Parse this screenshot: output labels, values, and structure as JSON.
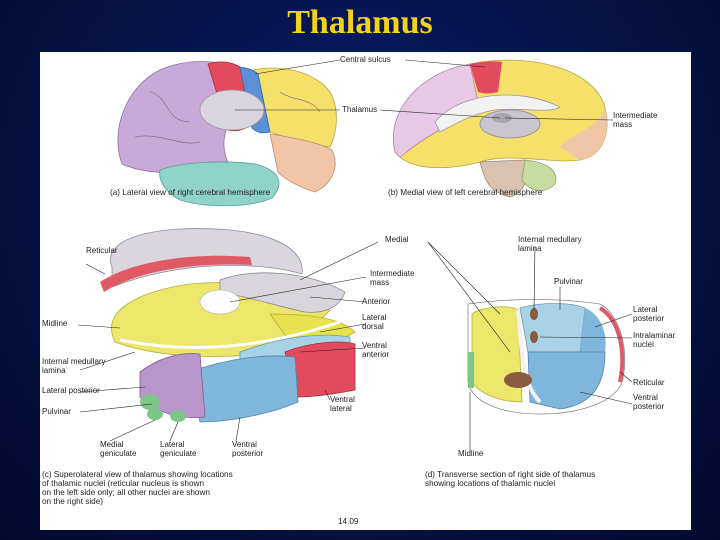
{
  "title": "Thalamus",
  "figure_number": "14.09",
  "captions": {
    "a": "(a) Lateral view of right cerebral hemisphere",
    "b": "(b) Medial view of left cerebral hemisphere",
    "c": "(c) Superolateral view of thalamus showing locations\n    of thalamic nuclei (reticular nucleus is shown\n    on the left side only; all other nuclei are shown\n    on the right side)",
    "d": "(d) Transverse section of right side of thalamus\n    showing locations of thalamic nuclei"
  },
  "labels": {
    "central_sulcus": "Central sulcus",
    "thalamus": "Thalamus",
    "intermediate_mass_b": "Intermediate\nmass",
    "reticular_c": "Reticular",
    "medial": "Medial",
    "internal_medullary_lamina_d": "Internal medullary\nlamina",
    "intermediate_mass_c": "Intermediate\nmass",
    "anterior": "Anterior",
    "lateral_dorsal": "Lateral\ndorsal",
    "ventral_anterior": "Ventral\nanterior",
    "midline_c": "Midline",
    "internal_medullary_lamina_c": "Internal medullary\nlamina",
    "lateral_posterior_c": "Lateral posterior",
    "pulvinar_c": "Pulvinar",
    "medial_geniculate": "Medial\ngeniculate",
    "lateral_geniculate": "Lateral\ngeniculate",
    "ventral_posterior_c": "Ventral\nposterior",
    "ventral_lateral": "Ventral\nlateral",
    "pulvinar_d": "Pulvinar",
    "lateral_posterior_d": "Lateral\nposterior",
    "intralaminar_nuclei": "Intralaminar\nnuclei",
    "reticular_d": "Reticular",
    "ventral_posterior_d": "Ventral\nposterior",
    "midline_d": "Midline"
  },
  "colors": {
    "background": "#041245",
    "title": "#f4d21c",
    "panel": "#ffffff",
    "frontal": "#c9a9d8",
    "parietal": "#f5e06a",
    "motor": "#e34a5e",
    "sensory": "#5b8fd6",
    "temporal": "#8fd3c9",
    "occipital": "#f0c5a8",
    "thalamus_grey": "#c9c6cf",
    "reticular": "#e05a66",
    "lamina": "#f2f2f2",
    "anterior_nucleus": "#d8d5dc",
    "lateral_dorsal_nucleus": "#e7e24e",
    "ventral_anterior_nucleus": "#a8d2e6",
    "ventral_lateral_nucleus": "#f29aa6",
    "ventral_posterior_nucleus": "#7fb6dc",
    "lateral_posterior_nucleus": "#b995cc",
    "pulvinar_nucleus": "#7ec58a",
    "medial_nucleus": "#ece66a",
    "intralaminar": "#8a5a3c"
  }
}
